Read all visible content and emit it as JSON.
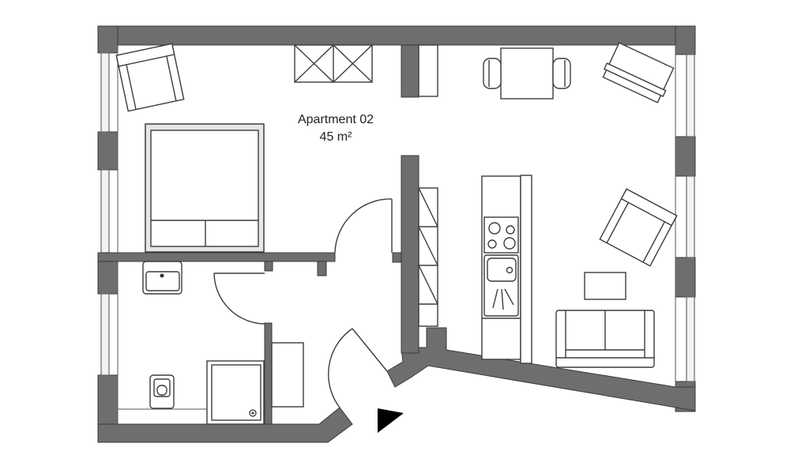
{
  "plan": {
    "title": "Apartment 02",
    "area": "45 m²",
    "colors": {
      "wall": "#6e6e6e",
      "line": "#3c3c3c",
      "background": "#ffffff",
      "entry_marker": "#000000"
    },
    "rooms": [
      {
        "name": "bedroom",
        "furniture": [
          "double-bed",
          "armchair",
          "wardrobe"
        ]
      },
      {
        "name": "bathroom",
        "furniture": [
          "washbasin",
          "toilet",
          "shower"
        ]
      },
      {
        "name": "hallway",
        "furniture": [
          "shelf",
          "cabinet"
        ]
      },
      {
        "name": "living-kitchen",
        "furniture": [
          "dining-table",
          "chair",
          "chair",
          "armchair",
          "armchair",
          "kitchenette",
          "coffee-table",
          "sofa",
          "shelving"
        ]
      }
    ]
  }
}
